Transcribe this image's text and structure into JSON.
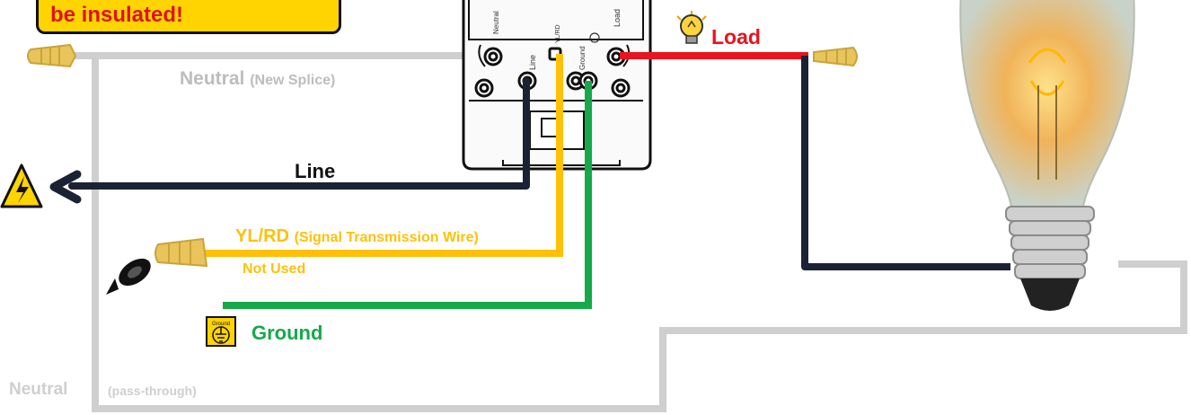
{
  "warning": {
    "text": "be insulated!"
  },
  "labels": {
    "neutral_top": "Neutral",
    "neutral_top_note": "(New Splice)",
    "line": "Line",
    "yl_rd": "YL/RD",
    "yl_rd_note": "(Signal Transmission Wire)",
    "not_used": "Not Used",
    "ground": "Ground",
    "load": "Load",
    "neutral_bottom": "Neutral",
    "neutral_bottom_note": "(pass-through)"
  },
  "switch_terminals": [
    "Neutral",
    "Line",
    "YL/RD",
    "Ground",
    "Load"
  ],
  "ground_symbol_text": "Ground",
  "colors": {
    "neutral": "#c8c8c8",
    "line": "#1b2233",
    "yl_rd": "#ffc107",
    "ground": "#16a94a",
    "load": "#e8141e",
    "warning_bg": "#ffd400",
    "warning_text": "#e0121b",
    "wire_nut": "#e8c45a"
  },
  "icons": [
    "high-voltage-icon",
    "electrical-tape-icon",
    "ground-symbol-icon",
    "lightbulb-icon",
    "wire-nut-icon",
    "light-bulb-load-icon"
  ]
}
